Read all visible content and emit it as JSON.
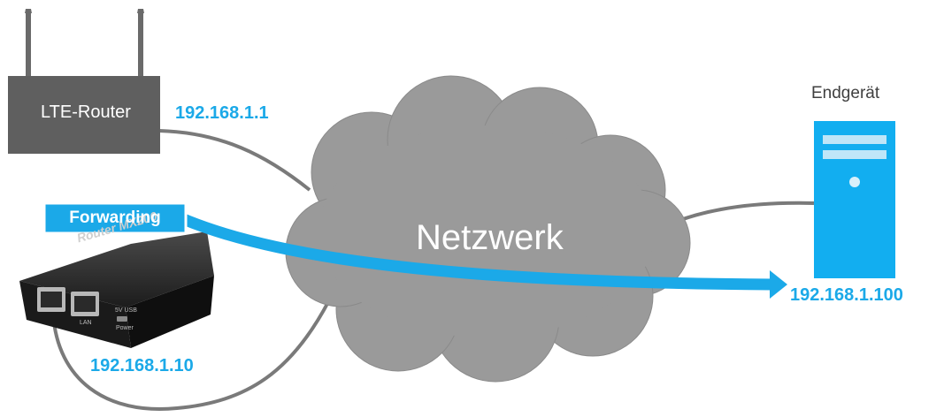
{
  "colors": {
    "accent": "#1ba9e8",
    "router_gray": "#5f5f5f",
    "cloud_gray": "#9a9a9a",
    "cable_gray": "#7a7a7a",
    "endpoint_blue": "#12aef0"
  },
  "icons": {
    "router": "lte-router-icon",
    "endpoint": "server-tower-icon",
    "network": "cloud-icon",
    "device": "mx200-router-device"
  },
  "lte_router": {
    "label": "LTE-Router",
    "ip": "192.168.1.1"
  },
  "endpoint": {
    "label": "Endgerät",
    "ip": "192.168.1.100"
  },
  "network": {
    "label": "Netzwerk"
  },
  "mx200": {
    "ip": "192.168.1.10",
    "brand_text": "Router MX200",
    "port_lan": "LAN",
    "port_usb": "5V USB",
    "port_power": "Power"
  },
  "forwarding": {
    "label": "Forwarding"
  }
}
